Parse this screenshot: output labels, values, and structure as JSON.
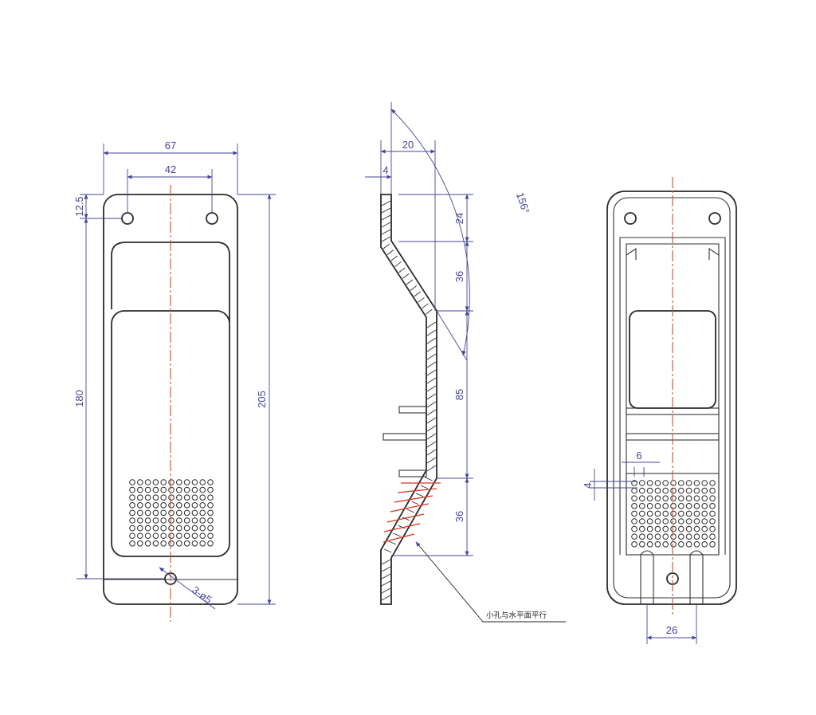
{
  "front_view": {
    "dim_overall_width": "67",
    "dim_hole_spacing": "42",
    "dim_top_offset": "12.5",
    "dim_height_180": "180",
    "dim_height_205": "205",
    "dim_holes": "3-ø5"
  },
  "side_view": {
    "dim_depth": "20",
    "dim_wall": "4",
    "dim_angle": "156°",
    "dim_seg1": "24",
    "dim_seg2": "36",
    "dim_seg3": "85",
    "dim_seg4": "36",
    "note": "小孔与水平面平行"
  },
  "rear_view": {
    "dim_slot_width": "6",
    "dim_slot_height": "4",
    "dim_bottom_width": "26"
  },
  "colors": {
    "dimension": "#46459a",
    "centerline": "#d0502a",
    "highlight": "#d9341f",
    "outline": "#2b2b2b"
  }
}
